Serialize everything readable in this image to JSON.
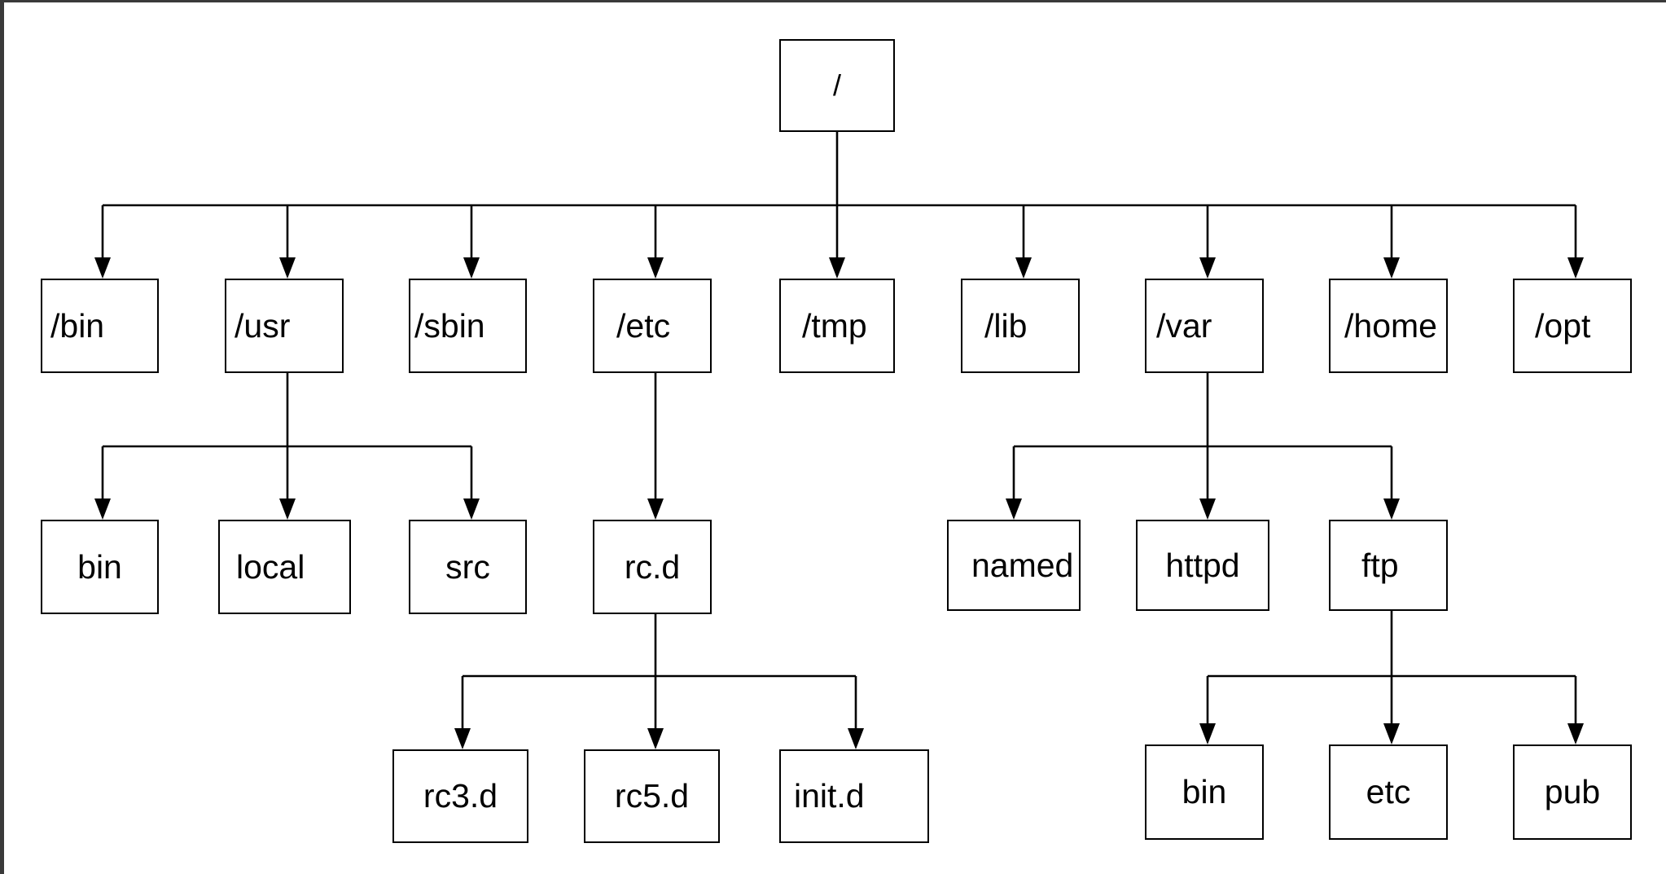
{
  "tree": {
    "root": "/",
    "level1": [
      "/bin",
      "/usr",
      "/sbin",
      "/etc",
      "/tmp",
      "/lib",
      "/var",
      "/home",
      "/opt"
    ],
    "usr_children": [
      "bin",
      "local",
      "src"
    ],
    "etc_children": [
      "rc.d"
    ],
    "rcd_children": [
      "rc3.d",
      "rc5.d",
      "init.d"
    ],
    "var_children": [
      "named",
      "httpd",
      "ftp"
    ],
    "ftp_children": [
      "bin",
      "etc",
      "pub"
    ]
  },
  "colors": {
    "line": "#000000",
    "box_border": "#000000",
    "background": "#ffffff",
    "frame": "#3a3a3a"
  }
}
